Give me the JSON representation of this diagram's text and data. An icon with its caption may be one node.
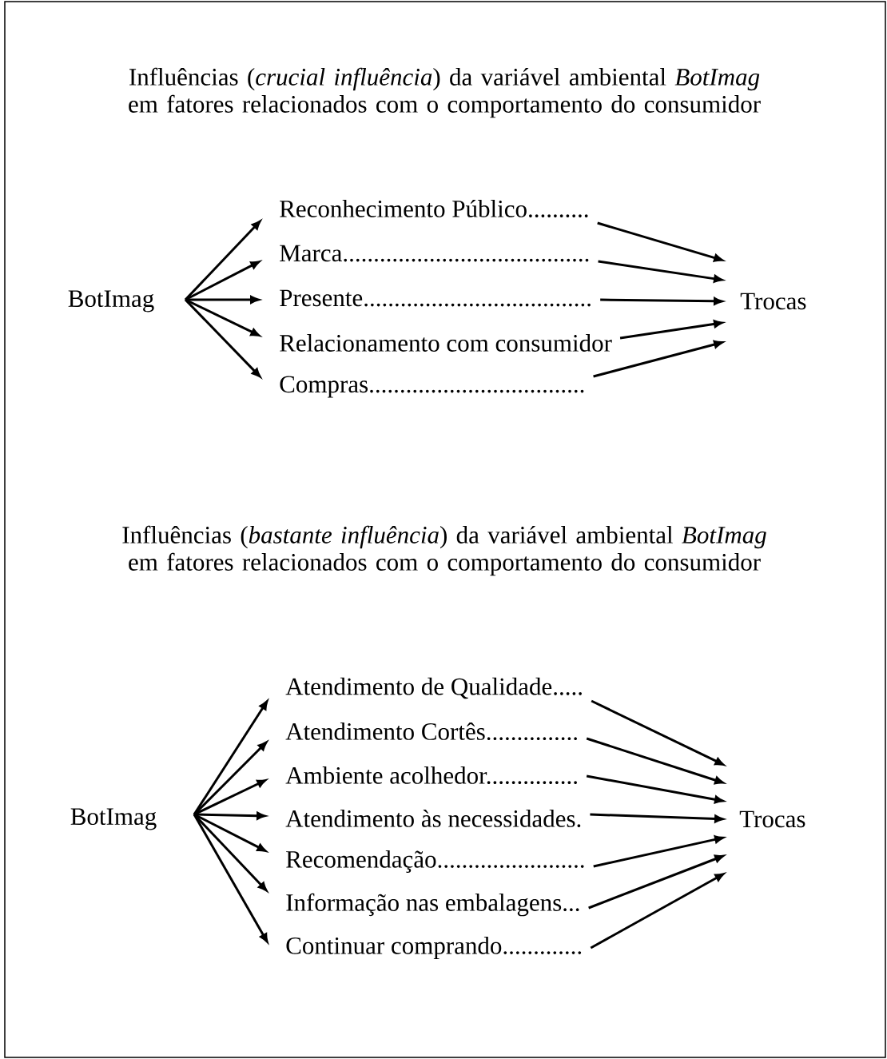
{
  "diagram": {
    "nodes": [
      {
        "text": [
          "BotImag"
        ]
      },
      {
        "text": [
          "Reconhecimento Público.........."
        ]
      },
      {
        "text": [
          "Marca........................................"
        ]
      },
      {
        "text": [
          "Presente....................................."
        ]
      },
      {
        "text": [
          "Relacionamento com consumidor"
        ]
      },
      {
        "text": [
          "Compras..................................."
        ]
      },
      {
        "text": [
          "Trocas"
        ]
      },
      {
        "text": [
          "BotImag"
        ]
      },
      {
        "text": [
          "Atendimento de Qualidade....."
        ]
      },
      {
        "text": [
          "Atendimento Cortês..............."
        ]
      },
      {
        "text": [
          "Ambiente acolhedor..............."
        ]
      },
      {
        "text": [
          "Atendimento às necessidades."
        ]
      },
      {
        "text": [
          "Recomendação........................"
        ]
      },
      {
        "text": [
          "Informação nas embalagens..."
        ]
      },
      {
        "text": [
          "Continuar comprando............."
        ]
      },
      {
        "text": [
          "Trocas"
        ]
      }
    ],
    "edges": [
      {
        "from": 0,
        "to": 1,
        "arrow": "to"
      },
      {
        "from": 0,
        "to": 2,
        "arrow": "to"
      },
      {
        "from": 0,
        "to": 3,
        "arrow": "to"
      },
      {
        "from": 0,
        "to": 4,
        "arrow": "to"
      },
      {
        "from": 0,
        "to": 5,
        "arrow": "to"
      },
      {
        "from": 1,
        "to": 6,
        "arrow": "to"
      },
      {
        "from": 2,
        "to": 6,
        "arrow": "to"
      },
      {
        "from": 3,
        "to": 6,
        "arrow": "to"
      },
      {
        "from": 4,
        "to": 6,
        "arrow": "to"
      },
      {
        "from": 5,
        "to": 6,
        "arrow": "to"
      },
      {
        "from": 7,
        "to": 8,
        "arrow": "to"
      },
      {
        "from": 7,
        "to": 9,
        "arrow": "to"
      },
      {
        "from": 7,
        "to": 10,
        "arrow": "to"
      },
      {
        "from": 7,
        "to": 11,
        "arrow": "to"
      },
      {
        "from": 7,
        "to": 12,
        "arrow": "to"
      },
      {
        "from": 7,
        "to": 13,
        "arrow": "to"
      },
      {
        "from": 7,
        "to": 14,
        "arrow": "to"
      },
      {
        "from": 8,
        "to": 15,
        "arrow": "to"
      },
      {
        "from": 9,
        "to": 15,
        "arrow": "to"
      },
      {
        "from": 10,
        "to": 15,
        "arrow": "to"
      },
      {
        "from": 11,
        "to": 15,
        "arrow": "to"
      },
      {
        "from": 12,
        "to": 15,
        "arrow": "to"
      },
      {
        "from": 13,
        "to": 15,
        "arrow": "to"
      },
      {
        "from": 14,
        "to": 15,
        "arrow": "to"
      }
    ],
    "labels": [
      "Influências (*crucial influência*) da variável ambiental *BotImag* em fatores relacionados com o comportamento do consumidor",
      "Influências (*bastante influência*) da variável ambiental *BotImag* em fatores relacionados com o comportamento do consumidor"
    ]
  }
}
